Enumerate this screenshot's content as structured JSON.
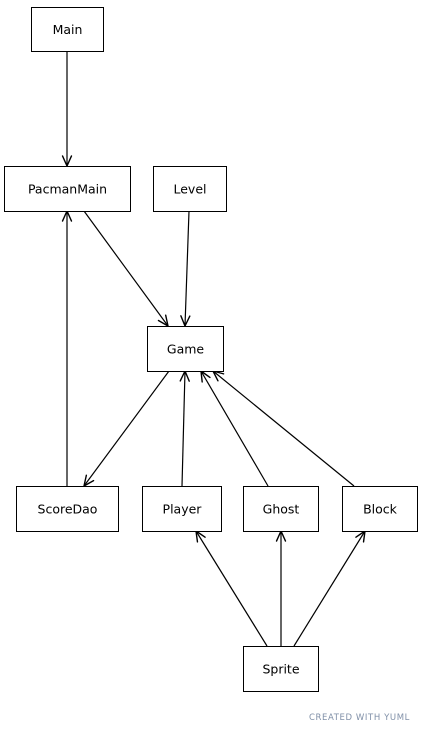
{
  "diagram": {
    "nodes": [
      {
        "id": "main",
        "label": "Main"
      },
      {
        "id": "pacmanmain",
        "label": "PacmanMain"
      },
      {
        "id": "level",
        "label": "Level"
      },
      {
        "id": "game",
        "label": "Game"
      },
      {
        "id": "scoredao",
        "label": "ScoreDao"
      },
      {
        "id": "player",
        "label": "Player"
      },
      {
        "id": "ghost",
        "label": "Ghost"
      },
      {
        "id": "block",
        "label": "Block"
      },
      {
        "id": "sprite",
        "label": "Sprite"
      }
    ],
    "edges": [
      {
        "from": "main",
        "to": "pacmanmain"
      },
      {
        "from": "pacmanmain",
        "to": "game"
      },
      {
        "from": "level",
        "to": "game"
      },
      {
        "from": "game",
        "to": "scoredao"
      },
      {
        "from": "scoredao",
        "to": "pacmanmain"
      },
      {
        "from": "player",
        "to": "game"
      },
      {
        "from": "ghost",
        "to": "game"
      },
      {
        "from": "block",
        "to": "game"
      },
      {
        "from": "sprite",
        "to": "player"
      },
      {
        "from": "sprite",
        "to": "ghost"
      },
      {
        "from": "sprite",
        "to": "block"
      }
    ]
  },
  "footer": {
    "text": "CREATED WITH YUML"
  }
}
